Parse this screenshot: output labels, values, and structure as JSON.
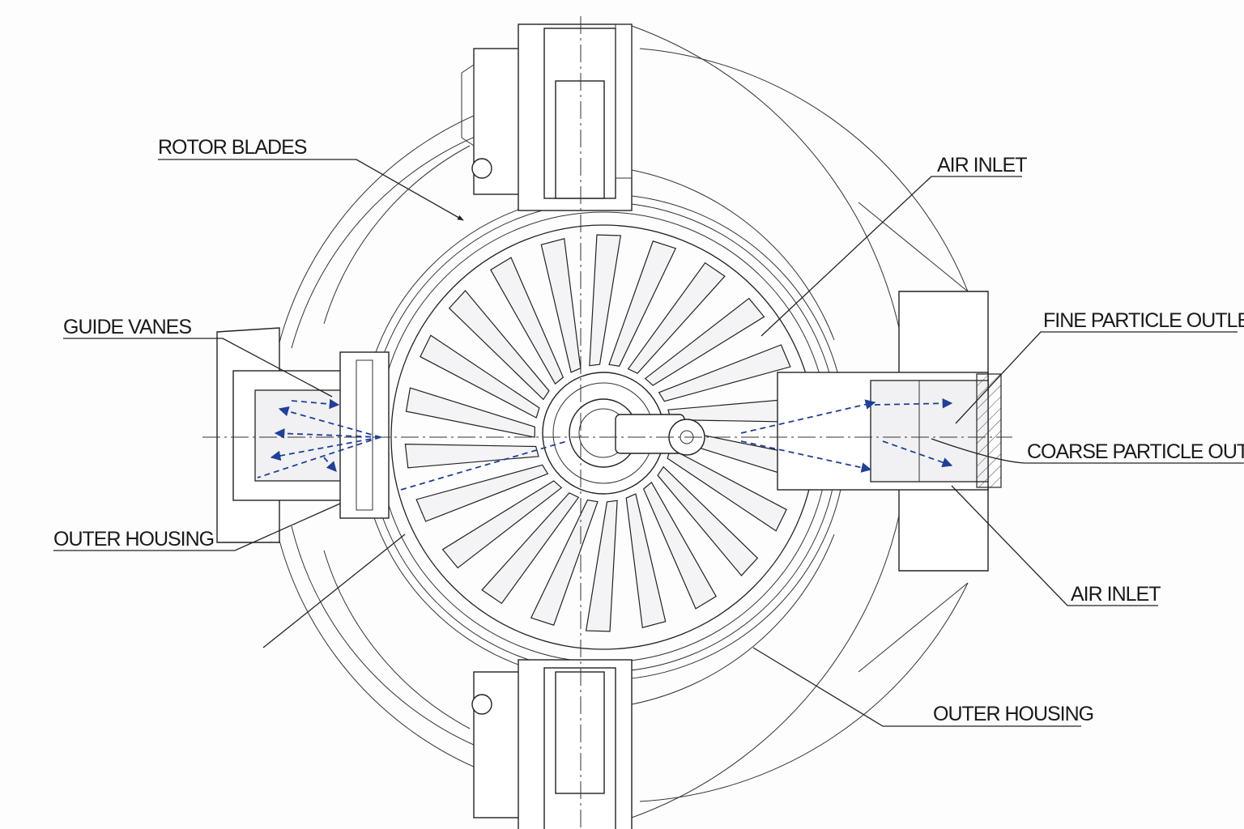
{
  "labels": {
    "rotor_blades": "ROTOR BLADES",
    "air_inlet_top": "AIR INLET",
    "guide_vanes": "GUIDE VANES",
    "fine_particle_outlet": "FINE PARTICLE OUTLET",
    "coarse_particle_outlet": "COARSE PARTICLE OUTLET",
    "outer_housing_left": "OUTER HOUSING",
    "air_inlet_bottom": "AIR INLET",
    "outer_housing_bottom": "OUTER HOUSING"
  },
  "colors": {
    "linework": "#222222",
    "flow_arrows": "#1f3f9a"
  }
}
